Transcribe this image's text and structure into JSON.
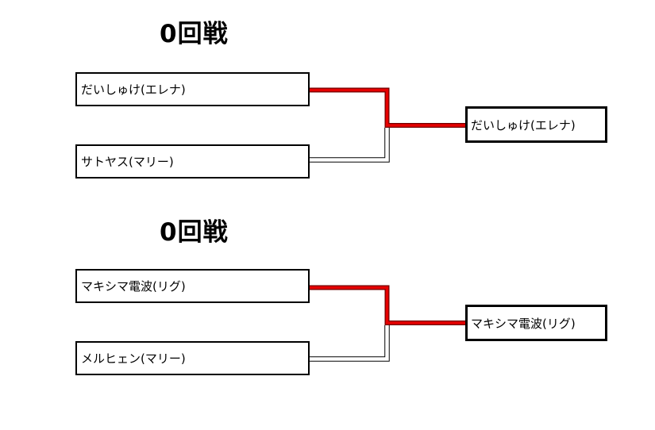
{
  "colors": {
    "background": "#ffffff",
    "text": "#000000",
    "box_border": "#000000",
    "winner_line": "#e60000",
    "winner_line_edge": "#700000",
    "loser_line": "#000000"
  },
  "brackets": [
    {
      "round_label": "0回戦",
      "players": [
        "だいしゅけ(エレナ)",
        "サトヤス(マリー)"
      ],
      "winner": "だいしゅけ(エレナ)"
    },
    {
      "round_label": "0回戦",
      "players": [
        "マキシマ電波(リグ)",
        "メルヒェン(マリー)"
      ],
      "winner": "マキシマ電波(リグ)"
    }
  ]
}
